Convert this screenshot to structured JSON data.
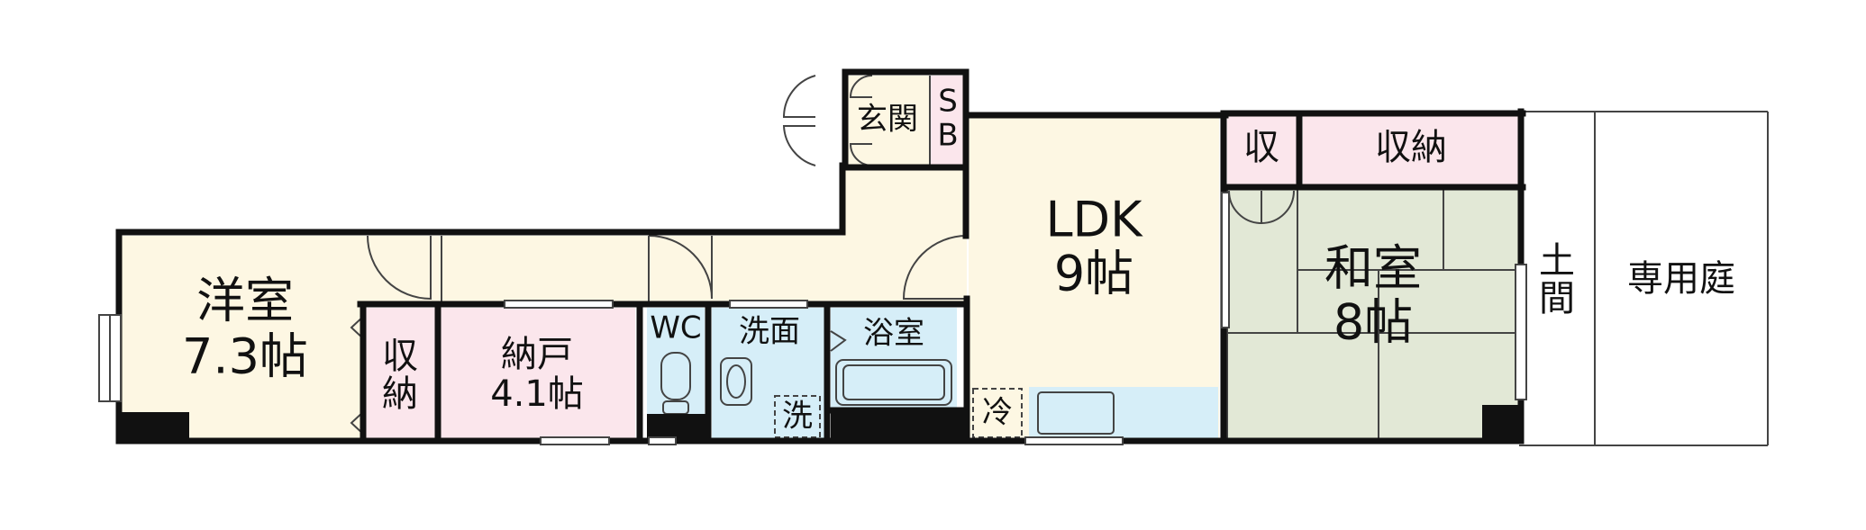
{
  "rooms": {
    "western": {
      "name": "洋室",
      "size": "7.3帖"
    },
    "western_storage": {
      "l1": "収",
      "l2": "納"
    },
    "closet": {
      "name": "納戸",
      "size": "4.1帖"
    },
    "wc": {
      "name": "WC"
    },
    "washroom": {
      "name": "洗面"
    },
    "washer": {
      "name": "洗"
    },
    "bath": {
      "name": "浴室"
    },
    "entrance": {
      "name": "玄関"
    },
    "shoe_box": {
      "l1": "S",
      "l2": "B"
    },
    "ldk": {
      "name": "LDK",
      "size": "9帖"
    },
    "fridge": {
      "name": "冷"
    },
    "japanese": {
      "name": "和室",
      "size": "8帖"
    },
    "jp_storage_small": {
      "name": "収"
    },
    "jp_storage": {
      "name": "収納"
    },
    "doma": {
      "l1": "土",
      "l2": "間"
    },
    "garden": {
      "name": "専用庭"
    }
  },
  "colors": {
    "wall": "#111111",
    "floor_yellow": "#fdf7e3",
    "storage_pink": "#fbe6ec",
    "wet_blue": "#d6eef8",
    "tatami_green": "#e2e8d6",
    "line_gray": "#444444"
  }
}
